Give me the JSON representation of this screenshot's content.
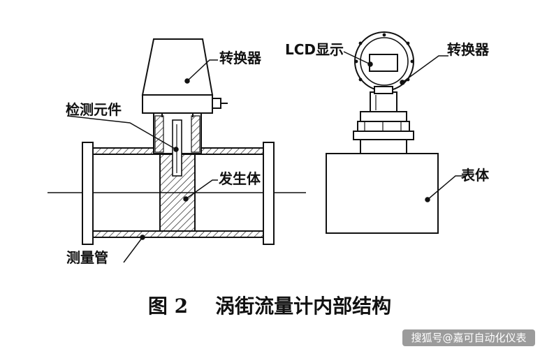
{
  "labels": {
    "converter_left": "转换器",
    "sensor": "检测元件",
    "generator": "发生体",
    "pipe": "测量管",
    "lcd": "LCD显示",
    "converter_right": "转换器",
    "body": "表体"
  },
  "caption": "图 2    涡街流量计内部结构",
  "watermark": "搜狐号@嘉可自动化仪表"
}
